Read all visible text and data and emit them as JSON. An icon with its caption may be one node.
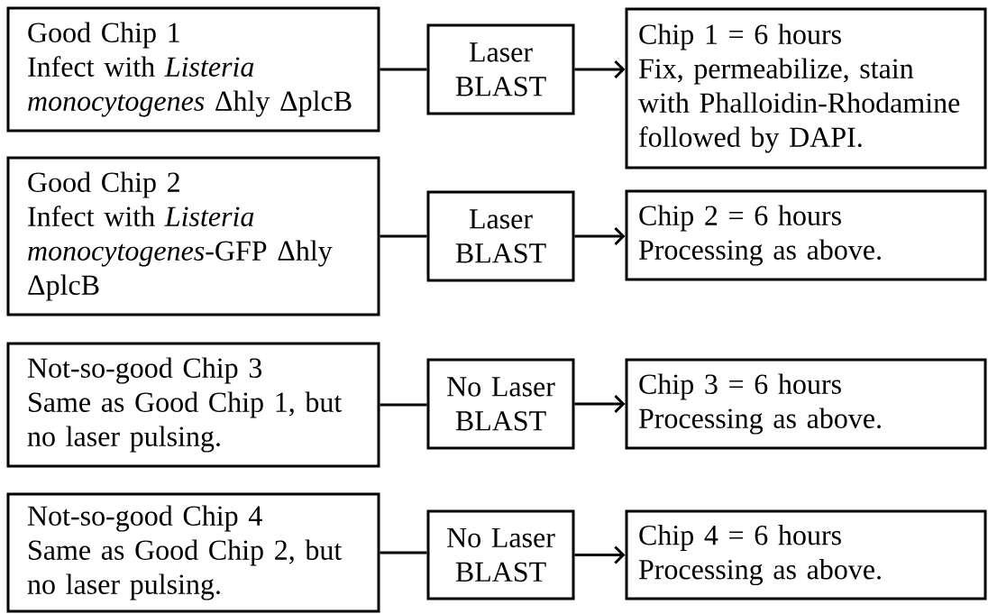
{
  "diagram": {
    "nodes": [
      {
        "text": [
          "Good Chip 1",
          "Infect with *Listeria monocytogenes* Δhly ΔplcB"
        ]
      },
      {
        "text": [
          "Laser BLAST"
        ]
      },
      {
        "text": [
          "Chip 1 = 6 hours",
          "Fix, permeabilize, stain with Phalloidin-Rhodamine followed by DAPI."
        ]
      },
      {
        "text": [
          "Good Chip 2",
          "Infect with *Listeria monocytogenes*-GFP Δhly ΔplcB"
        ]
      },
      {
        "text": [
          "Laser BLAST"
        ]
      },
      {
        "text": [
          "Chip 2 = 6 hours",
          "Processing as above."
        ]
      },
      {
        "text": [
          "Not-so-good Chip 3",
          "Same as Good Chip 1, but no laser pulsing."
        ]
      },
      {
        "text": [
          "No Laser BLAST"
        ]
      },
      {
        "text": [
          "Chip 3 = 6 hours",
          "Processing as above."
        ]
      },
      {
        "text": [
          "Not-so-good Chip 4",
          "Same as Good Chip 2, but no laser pulsing."
        ]
      },
      {
        "text": [
          "No Laser BLAST"
        ]
      },
      {
        "text": [
          "Chip 4 = 6 hours",
          "Processing as above."
        ]
      }
    ],
    "edges": [
      {
        "from": 0,
        "to": 1,
        "arrow": "none"
      },
      {
        "from": 1,
        "to": 2,
        "arrow": "to"
      },
      {
        "from": 3,
        "to": 4,
        "arrow": "none"
      },
      {
        "from": 4,
        "to": 5,
        "arrow": "to"
      },
      {
        "from": 6,
        "to": 7,
        "arrow": "none"
      },
      {
        "from": 7,
        "to": 8,
        "arrow": "to"
      },
      {
        "from": 9,
        "to": 10,
        "arrow": "none"
      },
      {
        "from": 10,
        "to": 11,
        "arrow": "to"
      }
    ]
  }
}
